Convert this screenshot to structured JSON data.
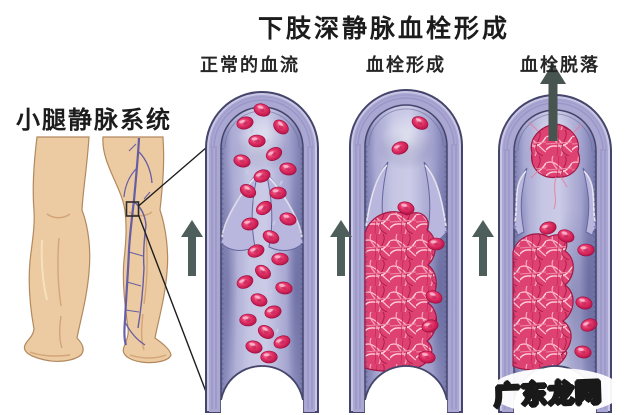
{
  "header": {
    "title": "下肢深静脉血栓形成"
  },
  "left_panel": {
    "label": "小腿静脉系统"
  },
  "stages": [
    {
      "label": "正常的血流"
    },
    {
      "label": "血栓形成"
    },
    {
      "label": "血栓脱落"
    }
  ],
  "watermark": {
    "text": "广东龙网"
  },
  "icons": {
    "flow_direction_arrow": "↑",
    "embolus_travel_arrow": "↑"
  },
  "colors": {
    "vessel_wall": "#aba7d3",
    "vessel_outline": "#45456b",
    "lumen_light": "#cbcbe7",
    "lumen_dark": "#7b7db0",
    "red_blood_cell": "#e22f64",
    "thrombus": "#de4273",
    "thrombus_strand": "#ffd2de",
    "arrow": "#4e5f5b",
    "skin": "#eccaa2",
    "skin_shadow": "#cf9f72",
    "vein": "#5b54a4",
    "label_text": "#1c1c1c"
  }
}
